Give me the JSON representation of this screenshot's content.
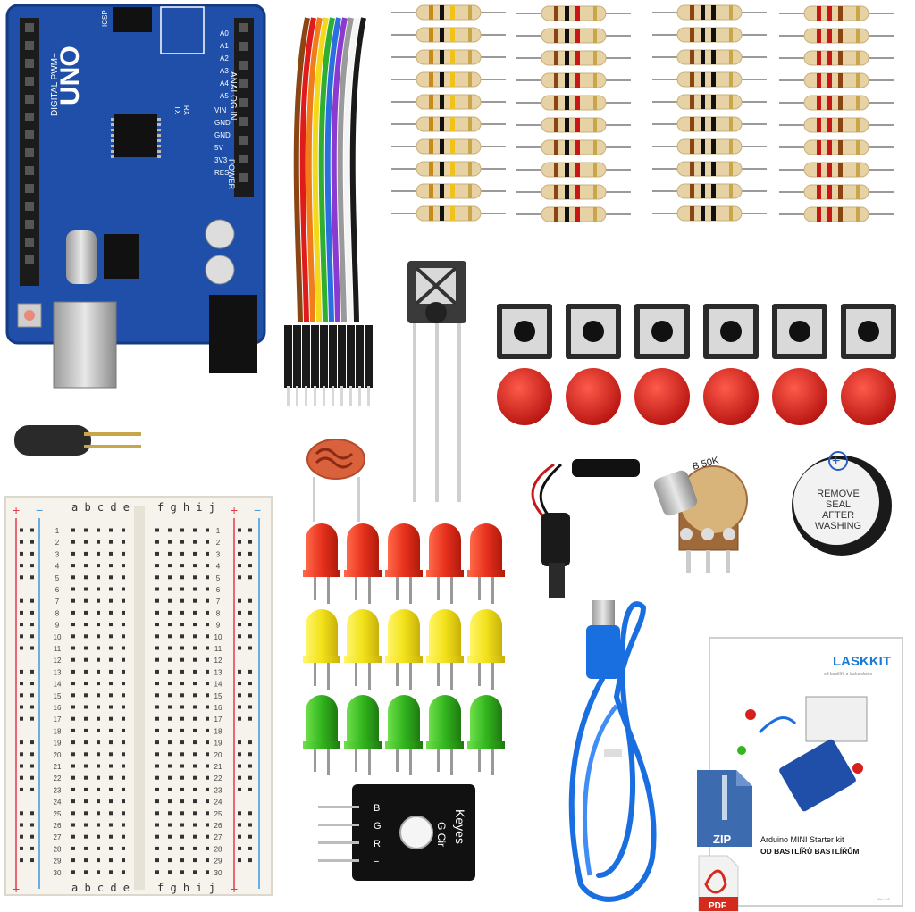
{
  "arduino": {
    "model": "UNO",
    "header_left": "DIGITAL PWM~",
    "header_right": "ANALOG IN",
    "power_label": "POWER",
    "icsp": "ICSP",
    "tx": "TX",
    "rx": "RX",
    "pin_labels": [
      "A0",
      "A1",
      "A2",
      "A3",
      "A4",
      "A5"
    ],
    "power_pins": [
      "VIN",
      "GND",
      "GND",
      "5V",
      "3V3",
      "RES"
    ]
  },
  "breadboard": {
    "col_letters_left": "a b c d e",
    "col_letters_right": "f g h i j",
    "plus": "+",
    "minus": "−",
    "row_numbers": [
      "1",
      "2",
      "3",
      "4",
      "5",
      "6",
      "7",
      "8",
      "9",
      "10",
      "11",
      "12",
      "13",
      "14",
      "15",
      "16",
      "17",
      "18",
      "19",
      "20",
      "21",
      "22",
      "23",
      "24",
      "25",
      "26",
      "27",
      "28",
      "29",
      "30"
    ]
  },
  "potentiometer": {
    "label": "B 50K"
  },
  "buzzer": {
    "sticker_lines": [
      "REMOVE",
      "SEAL",
      "AFTER",
      "WASHING"
    ],
    "plus": "+"
  },
  "rgb_module": {
    "brand": "Keyes",
    "part": "G Cir",
    "pins": [
      "B",
      "G",
      "R",
      "−"
    ]
  },
  "manual": {
    "logo": "LASKKIT",
    "logo_sub": "od bastlířů z laskarduino",
    "title": "Arduino MINI Starter kit",
    "subtitle": "OD BASTLÍŘŮ BASTLÍŘŮM",
    "version": "Ver. 1.0"
  },
  "zip_label": "ZIP",
  "pdf_label": "PDF",
  "colors": {
    "arduino_blue": "#1f4fa8",
    "led_red": "#e8321e",
    "led_yellow": "#f2e21a",
    "led_green": "#33b51e",
    "button_cap": "#d6201e",
    "usb_cable": "#1a6fe0",
    "resistor_body": "#e7d2a6"
  }
}
